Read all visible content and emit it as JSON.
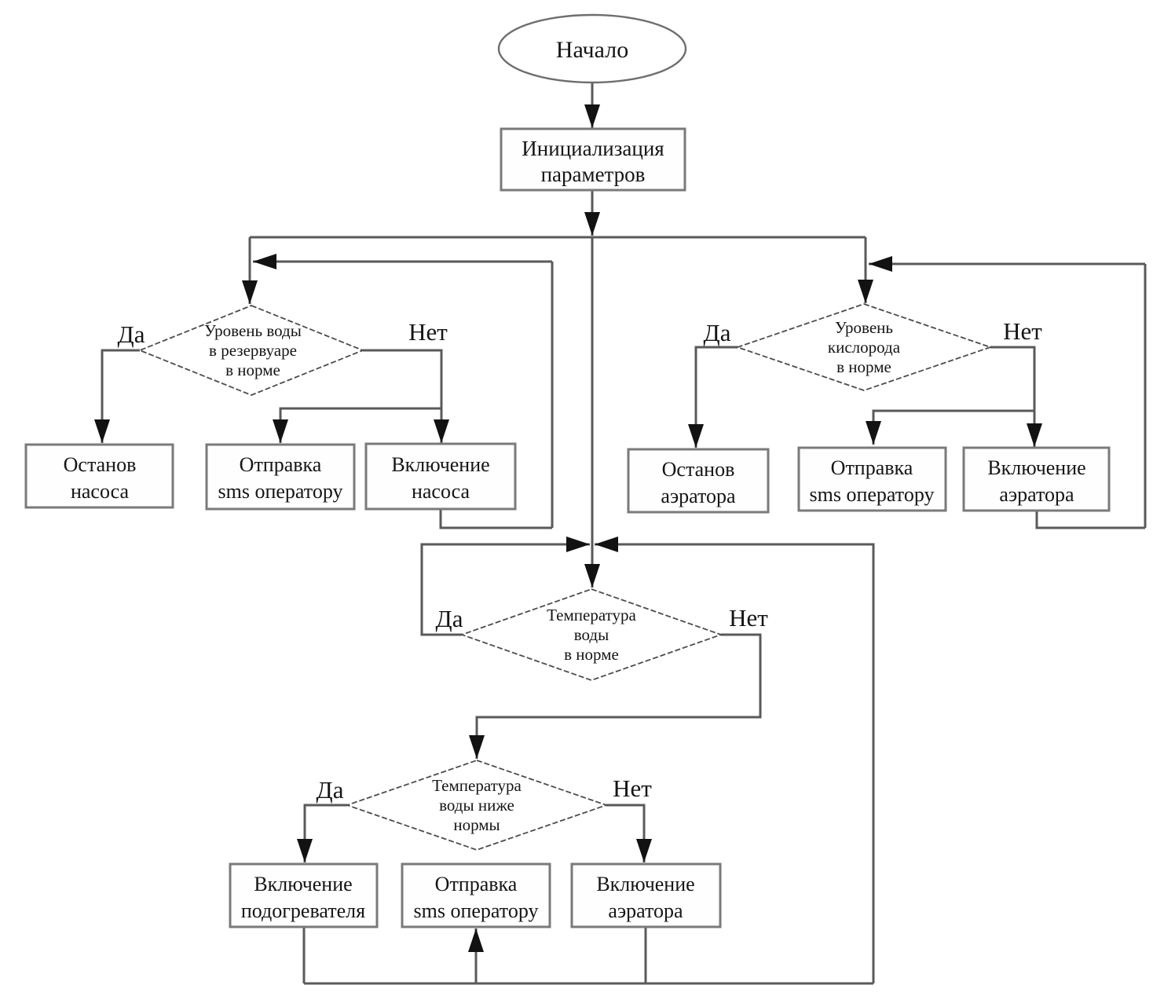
{
  "flowchart": {
    "labels": {
      "yes": "Да",
      "no": "Нет"
    },
    "nodes": {
      "start": {
        "text": "Начало"
      },
      "init": {
        "line1": "Инициализация",
        "line2": "параметров"
      },
      "d_water_level": {
        "line1": "Уровень воды",
        "line2": "в резервуаре",
        "line3": "в норме"
      },
      "d_oxygen": {
        "line1": "Уровень",
        "line2": "кислорода",
        "line3": "в норме"
      },
      "d_temp": {
        "line1": "Температура",
        "line2": "воды",
        "line3": "в норме"
      },
      "d_temp_low": {
        "line1": "Температура",
        "line2": "воды ниже",
        "line3": "нормы"
      },
      "stop_pump": {
        "line1": "Останов",
        "line2": "насоса"
      },
      "send_sms1": {
        "line1": "Отправка",
        "line2": "sms оператору"
      },
      "start_pump": {
        "line1": "Включение",
        "line2": "насоса"
      },
      "stop_aerator": {
        "line1": "Останов",
        "line2": "аэратора"
      },
      "send_sms2": {
        "line1": "Отправка",
        "line2": "sms оператору"
      },
      "start_aerator": {
        "line1": "Включение",
        "line2": "аэратора"
      },
      "start_heater": {
        "line1": "Включение",
        "line2": "подогревателя"
      },
      "send_sms3": {
        "line1": "Отправка",
        "line2": "sms оператору"
      },
      "start_aerator2": {
        "line1": "Включение",
        "line2": "аэратора"
      }
    }
  },
  "colors": {
    "line_color": "#5a5a5a",
    "arrow_color": "#121212",
    "border_color": "#7a7a7a",
    "diamond_color": "#4d4d4d",
    "text_color": "#151515",
    "bg_color": "#ffffff"
  }
}
